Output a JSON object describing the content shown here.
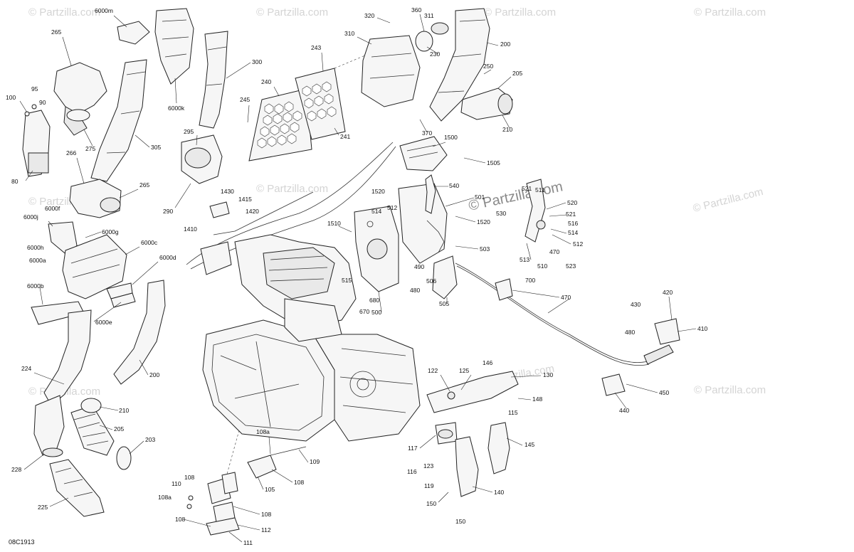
{
  "diagram": {
    "code": "08C1913",
    "watermark_text": "© Partzilla.com",
    "watermark_emphasis": "© Partzilla.com",
    "labels": [
      {
        "id": "l265a",
        "text": "265"
      },
      {
        "id": "l6000m",
        "text": "6000m"
      },
      {
        "id": "l300",
        "text": "300"
      },
      {
        "id": "l6000k",
        "text": "6000k"
      },
      {
        "id": "l100",
        "text": "100"
      },
      {
        "id": "l95",
        "text": "95"
      },
      {
        "id": "l90",
        "text": "90"
      },
      {
        "id": "l275",
        "text": "275"
      },
      {
        "id": "l305",
        "text": "305"
      },
      {
        "id": "l266",
        "text": "266"
      },
      {
        "id": "l80",
        "text": "80"
      },
      {
        "id": "l265b",
        "text": "265"
      },
      {
        "id": "l295",
        "text": "295"
      },
      {
        "id": "l290",
        "text": "290"
      },
      {
        "id": "l243",
        "text": "243"
      },
      {
        "id": "l240",
        "text": "240"
      },
      {
        "id": "l245",
        "text": "245"
      },
      {
        "id": "l241",
        "text": "241"
      },
      {
        "id": "l320",
        "text": "320"
      },
      {
        "id": "l360",
        "text": "360"
      },
      {
        "id": "l311",
        "text": "311"
      },
      {
        "id": "l310",
        "text": "310"
      },
      {
        "id": "l230",
        "text": "230"
      },
      {
        "id": "l200a",
        "text": "200"
      },
      {
        "id": "l250",
        "text": "250"
      },
      {
        "id": "l205a",
        "text": "205"
      },
      {
        "id": "l210a",
        "text": "210"
      },
      {
        "id": "l370",
        "text": "370"
      },
      {
        "id": "l1500",
        "text": "1500"
      },
      {
        "id": "l1505",
        "text": "1505"
      },
      {
        "id": "l540",
        "text": "540"
      },
      {
        "id": "l1520a",
        "text": "1520"
      },
      {
        "id": "l514a",
        "text": "514"
      },
      {
        "id": "l512a",
        "text": "512"
      },
      {
        "id": "l501",
        "text": "501"
      },
      {
        "id": "l1520b",
        "text": "1520"
      },
      {
        "id": "l1510",
        "text": "1510"
      },
      {
        "id": "l503",
        "text": "503"
      },
      {
        "id": "l490",
        "text": "490"
      },
      {
        "id": "l480a",
        "text": "480"
      },
      {
        "id": "l506",
        "text": "506"
      },
      {
        "id": "l505",
        "text": "505"
      },
      {
        "id": "l500",
        "text": "500"
      },
      {
        "id": "l515",
        "text": "515"
      },
      {
        "id": "l680",
        "text": "680"
      },
      {
        "id": "l670",
        "text": "670"
      },
      {
        "id": "l1430",
        "text": "1430"
      },
      {
        "id": "l1415",
        "text": "1415"
      },
      {
        "id": "l1420",
        "text": "1420"
      },
      {
        "id": "l1410",
        "text": "1410"
      },
      {
        "id": "l521a",
        "text": "521"
      },
      {
        "id": "l511",
        "text": "511"
      },
      {
        "id": "l520",
        "text": "520"
      },
      {
        "id": "l530",
        "text": "530"
      },
      {
        "id": "l521b",
        "text": "521"
      },
      {
        "id": "l516",
        "text": "516"
      },
      {
        "id": "l514b",
        "text": "514"
      },
      {
        "id": "l512b",
        "text": "512"
      },
      {
        "id": "l513",
        "text": "513"
      },
      {
        "id": "l470a",
        "text": "470"
      },
      {
        "id": "l510",
        "text": "510"
      },
      {
        "id": "l523",
        "text": "523"
      },
      {
        "id": "l700",
        "text": "700"
      },
      {
        "id": "l470b",
        "text": "470"
      },
      {
        "id": "l420",
        "text": "420"
      },
      {
        "id": "l430",
        "text": "430"
      },
      {
        "id": "l480b",
        "text": "480"
      },
      {
        "id": "l410",
        "text": "410"
      },
      {
        "id": "l450",
        "text": "450"
      },
      {
        "id": "l440",
        "text": "440"
      },
      {
        "id": "l6000j",
        "text": "6000j"
      },
      {
        "id": "l6000f",
        "text": "6000f"
      },
      {
        "id": "l6000g",
        "text": "6000g"
      },
      {
        "id": "l6000c",
        "text": "6000c"
      },
      {
        "id": "l6000h",
        "text": "6000h"
      },
      {
        "id": "l6000a",
        "text": "6000a"
      },
      {
        "id": "l6000d",
        "text": "6000d"
      },
      {
        "id": "l6000b",
        "text": "6000b"
      },
      {
        "id": "l6000e",
        "text": "6000e"
      },
      {
        "id": "l224",
        "text": "224"
      },
      {
        "id": "l200b",
        "text": "200"
      },
      {
        "id": "l210b",
        "text": "210"
      },
      {
        "id": "l205b",
        "text": "205"
      },
      {
        "id": "l203",
        "text": "203"
      },
      {
        "id": "l228",
        "text": "228"
      },
      {
        "id": "l225",
        "text": "225"
      },
      {
        "id": "l122",
        "text": "122"
      },
      {
        "id": "l125",
        "text": "125"
      },
      {
        "id": "l146",
        "text": "146"
      },
      {
        "id": "l130",
        "text": "130"
      },
      {
        "id": "l148",
        "text": "148"
      },
      {
        "id": "l115",
        "text": "115"
      },
      {
        "id": "l145",
        "text": "145"
      },
      {
        "id": "l117",
        "text": "117"
      },
      {
        "id": "l123",
        "text": "123"
      },
      {
        "id": "l116",
        "text": "116"
      },
      {
        "id": "l119",
        "text": "119"
      },
      {
        "id": "l140",
        "text": "140"
      },
      {
        "id": "l150a",
        "text": "150"
      },
      {
        "id": "l150b",
        "text": "150"
      },
      {
        "id": "l108a1",
        "text": "108a"
      },
      {
        "id": "l109",
        "text": "109"
      },
      {
        "id": "l108b",
        "text": "108"
      },
      {
        "id": "l110",
        "text": "110"
      },
      {
        "id": "l108c",
        "text": "108"
      },
      {
        "id": "l105",
        "text": "105"
      },
      {
        "id": "l108a2",
        "text": "108a"
      },
      {
        "id": "l108d",
        "text": "108"
      },
      {
        "id": "l108e",
        "text": "108"
      },
      {
        "id": "l112",
        "text": "112"
      },
      {
        "id": "l111",
        "text": "111"
      }
    ]
  }
}
